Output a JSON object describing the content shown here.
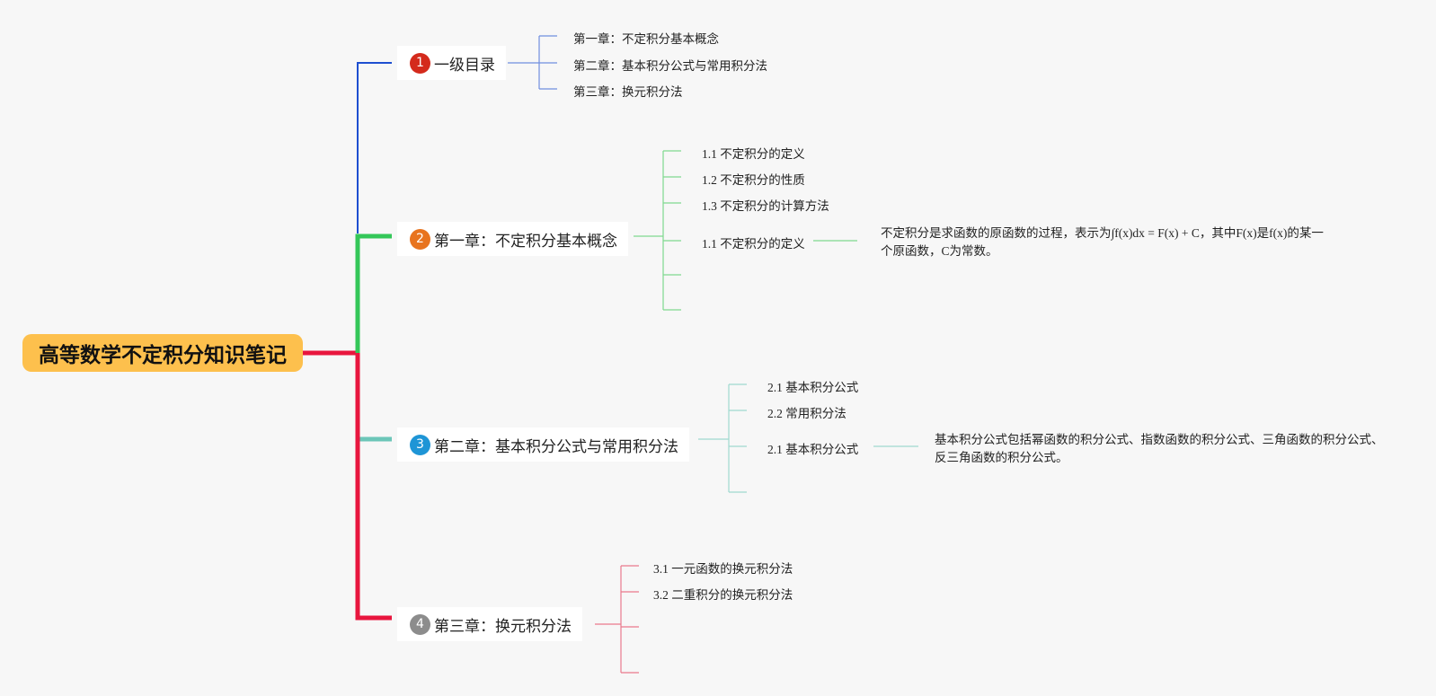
{
  "root": {
    "title": "高等数学不定积分知识笔记"
  },
  "colors": {
    "root_bg": "#fdc04d",
    "branch1": "#1e4fd0",
    "branch2": "#34c759",
    "branch3": "#6cc6b8",
    "branch4": "#e8163e",
    "badge1": "#d42a1c",
    "badge2": "#e8741f",
    "badge3": "#1e95d6",
    "badge4": "#8c8c8c"
  },
  "branches": [
    {
      "badge": "1",
      "label": "一级目录",
      "leaves": [
        "第一章：不定积分基本概念",
        "第二章：基本积分公式与常用积分法",
        "第三章：换元积分法"
      ]
    },
    {
      "badge": "2",
      "label": "第一章：不定积分基本概念",
      "leaves": [
        "1.1 不定积分的定义",
        "1.2 不定积分的性质",
        "1.3 不定积分的计算方法",
        "1.1 不定积分的定义",
        "",
        ""
      ],
      "detail": "不定积分是求函数的原函数的过程，表示为∫f(x)dx = F(x) + C，其中F(x)是f(x)的某一个原函数，C为常数。"
    },
    {
      "badge": "3",
      "label": "第二章：基本积分公式与常用积分法",
      "leaves": [
        "2.1 基本积分公式",
        "2.2 常用积分法",
        "2.1 基本积分公式",
        ""
      ],
      "detail": "基本积分公式包括幂函数的积分公式、指数函数的积分公式、三角函数的积分公式、反三角函数的积分公式。"
    },
    {
      "badge": "4",
      "label": "第三章：换元积分法",
      "leaves": [
        "3.1 一元函数的换元积分法",
        "3.2 二重积分的换元积分法",
        "",
        ""
      ]
    }
  ]
}
